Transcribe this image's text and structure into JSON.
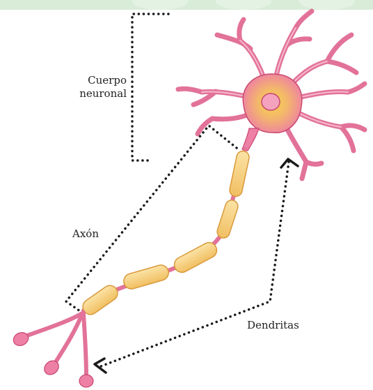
{
  "labels": {
    "cuerpo_line1": "Cuerpo",
    "cuerpo_line2": "neuronal",
    "axon": "Axón",
    "dendritas": "Dendritas"
  },
  "colors": {
    "cell_body": "#ee7fa5",
    "cell_outline": "#c8476f",
    "nucleus_glow": "#f3c44a",
    "myelin_fill": "#f6cf7c",
    "myelin_outline": "#d99a3c",
    "pointer": "#1a1a1a",
    "header_band": "#d8ecd8"
  }
}
